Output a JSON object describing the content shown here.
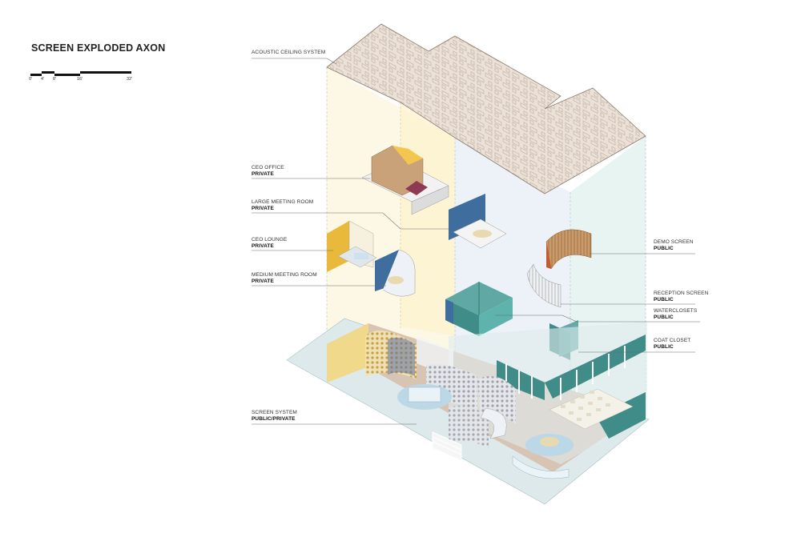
{
  "title": "SCREEN EXPLODED AXON",
  "scale": {
    "ticks": [
      "0'",
      "4'",
      "8'",
      "16'",
      "32'"
    ]
  },
  "labels": {
    "acoustic": {
      "name": "ACOUSTIC CEILING SYSTEM",
      "access": ""
    },
    "ceo_office": {
      "name": "CEO OFFICE",
      "access": "PRIVATE"
    },
    "large_meeting": {
      "name": "LARGE MEETING ROOM",
      "access": "PRIVATE"
    },
    "ceo_lounge": {
      "name": "CEO LOUNGE",
      "access": "PRIVATE"
    },
    "medium_meeting": {
      "name": "MEDIUM MEETING ROOM",
      "access": "PRIVATE"
    },
    "screen_system": {
      "name": "SCREEN SYSTEM",
      "access": "PUBLIC/PRIVATE"
    },
    "demo_screen": {
      "name": "DEMO SCREEN",
      "access": "PUBLIC"
    },
    "reception_screen": {
      "name": "RECEPTION SCREEN",
      "access": "PUBLIC"
    },
    "waterclosets": {
      "name": "WATERCLOSETS",
      "access": "PUBLIC"
    },
    "coat_closet": {
      "name": "COAT CLOSET",
      "access": "PUBLIC"
    }
  },
  "colors": {
    "ceiling": "#e8ddd3",
    "teal": "#3f8c89",
    "blue": "#3f6e9e",
    "yellow": "#f0cf6a",
    "wood": "#b8885a",
    "floor": "#d8c4b3"
  }
}
